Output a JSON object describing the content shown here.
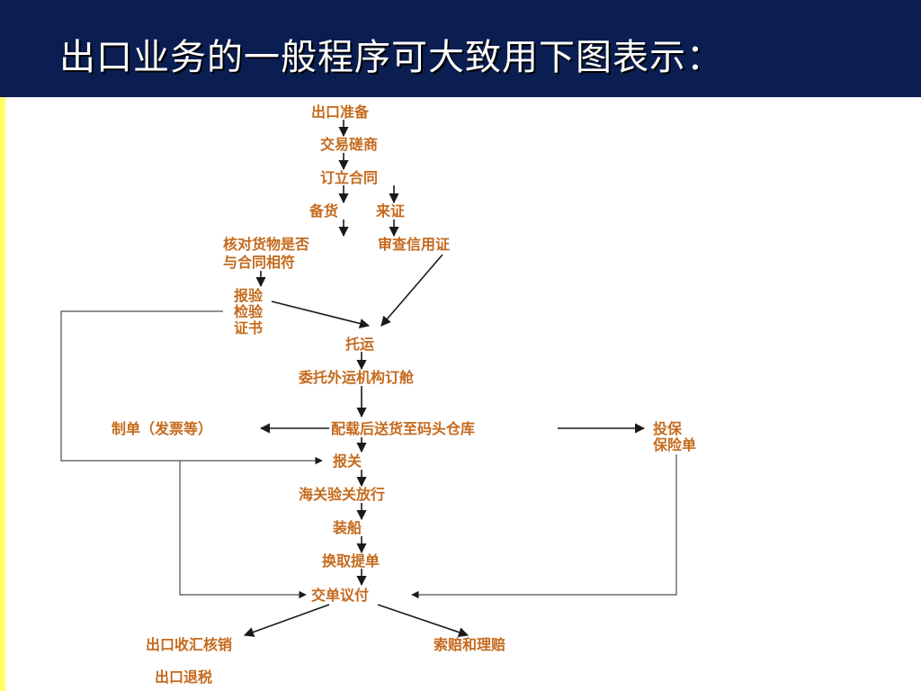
{
  "slide": {
    "title": "出口业务的一般程序可大致用下图表示："
  },
  "diagram": {
    "nodes": {
      "prepare": "出口准备",
      "negotiate": "交易磋商",
      "contract": "订立合同",
      "goods": "备货",
      "lc_arrive": "来证",
      "check_goods_1": "核对货物是否",
      "check_goods_2": "与合同相符",
      "review_lc": "审查信用证",
      "inspect_1": "报验",
      "inspect_2": "检验",
      "inspect_3": "证书",
      "consign": "托运",
      "booking": "委托外运机构订舱",
      "documents": "制单（发票等）",
      "stowage": "配载后送货至码头仓库",
      "insure_1": "投保",
      "insure_2": "保险单",
      "customs": "报关",
      "release": "海关验关放行",
      "loading": "装船",
      "bl": "换取提单",
      "settlement": "交单议付",
      "fx": "出口收汇核销",
      "claim": "索赔和理赔",
      "tax_refund": "出口退税"
    }
  }
}
